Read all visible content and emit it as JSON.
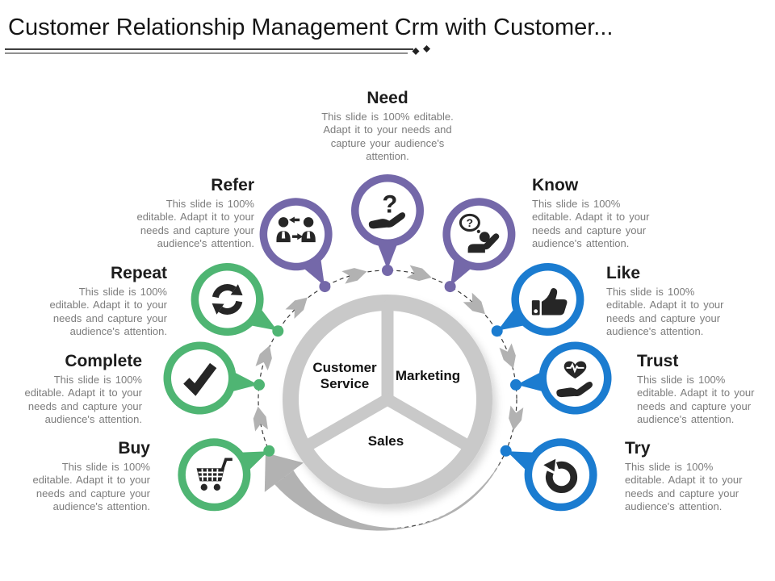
{
  "title": "Customer Relationship Management Crm with Customer...",
  "colors": {
    "purple": "#7468A9",
    "blue": "#1B7CD0",
    "green": "#4FB573",
    "ring_gray": "#C9C9C9",
    "arrow_gray": "#B2B2B2",
    "dashed_line": "#3A3A3A",
    "icon_black": "#262626",
    "title_rule": "#222222"
  },
  "center": {
    "customer_service_lines": [
      "Customer",
      "Service"
    ],
    "marketing": "Marketing",
    "sales": "Sales"
  },
  "stages": [
    {
      "id": "need",
      "label": "Need",
      "icon": "hand-question-icon",
      "color": "#7468A9",
      "desc": "This slide is 100% editable. Adapt it to your needs and capture your audience's attention."
    },
    {
      "id": "know",
      "label": "Know",
      "icon": "person-thinking-icon",
      "color": "#7468A9",
      "desc": "This slide is 100% editable. Adapt it to your needs and capture your audience's attention."
    },
    {
      "id": "like",
      "label": "Like",
      "icon": "thumbs-up-icon",
      "color": "#1B7CD0",
      "desc": "This slide is 100% editable. Adapt it to your needs and capture your audience's attention."
    },
    {
      "id": "trust",
      "label": "Trust",
      "icon": "heart-pulse-hand-icon",
      "color": "#1B7CD0",
      "desc": "This slide is 100% editable. Adapt it to your needs and capture your audience's attention."
    },
    {
      "id": "try",
      "label": "Try",
      "icon": "rotate-arrow-icon",
      "color": "#1B7CD0",
      "desc": "This slide is 100% editable. Adapt it to your needs and capture your audience's attention."
    },
    {
      "id": "refer",
      "label": "Refer",
      "icon": "people-exchange-icon",
      "color": "#7468A9",
      "desc": "This slide is 100% editable. Adapt it to your needs and capture your audience's attention."
    },
    {
      "id": "repeat",
      "label": "Repeat",
      "icon": "sync-arrows-icon",
      "color": "#4FB573",
      "desc": "This slide is 100% editable. Adapt it to your needs and capture your audience's attention."
    },
    {
      "id": "complete",
      "label": "Complete",
      "icon": "checkmark-icon",
      "color": "#4FB573",
      "desc": "This slide is 100% editable. Adapt it to your needs and capture your audience's attention."
    },
    {
      "id": "buy",
      "label": "Buy",
      "icon": "cart-icon",
      "color": "#4FB573",
      "desc": "This slide is 100% editable. Adapt it to your needs and capture your audience's attention."
    }
  ]
}
